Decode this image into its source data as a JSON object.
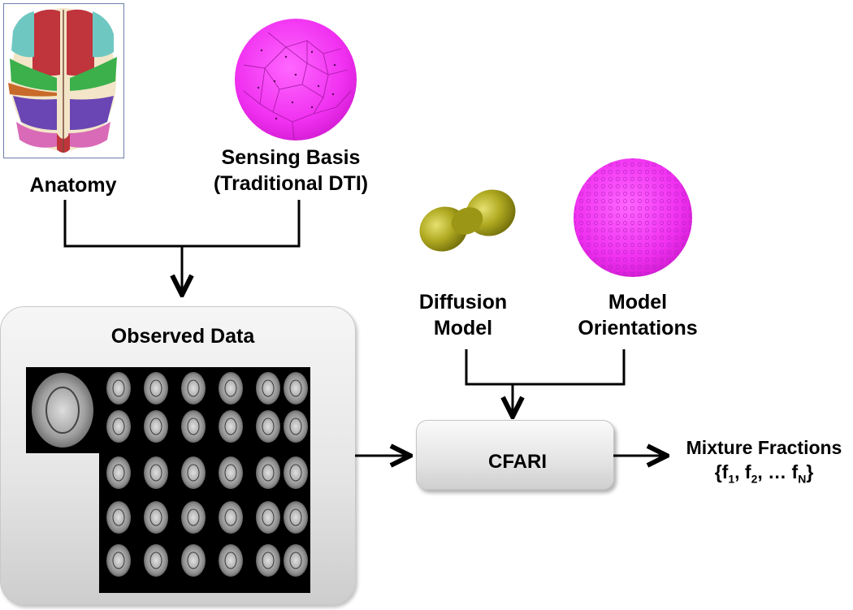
{
  "inputs": {
    "anatomy": "Anatomy",
    "sensing_line1": "Sensing Basis",
    "sensing_line2": "(Traditional DTI)",
    "diffusion_line1": "Diffusion",
    "diffusion_line2": "Model",
    "orient_line1": "Model",
    "orient_line2": "Orientations"
  },
  "observed": {
    "title": "Observed Data"
  },
  "process": {
    "label": "CFARI"
  },
  "output": {
    "line1": "Mixture Fractions",
    "set_open": "{f",
    "sub1": "1",
    "sep1": ", f",
    "sub2": "2",
    "sep2": ", … f",
    "subN": "N",
    "set_close": "}"
  },
  "colors": {
    "sphere": "#ff33ff",
    "peanut": "#a8a420",
    "arrow": "#000000"
  },
  "icons": [
    "brain-anatomy-image",
    "sensing-sphere-icon",
    "diffusion-peanut-icon",
    "orientation-sphere-icon",
    "mri-slices-grid"
  ]
}
